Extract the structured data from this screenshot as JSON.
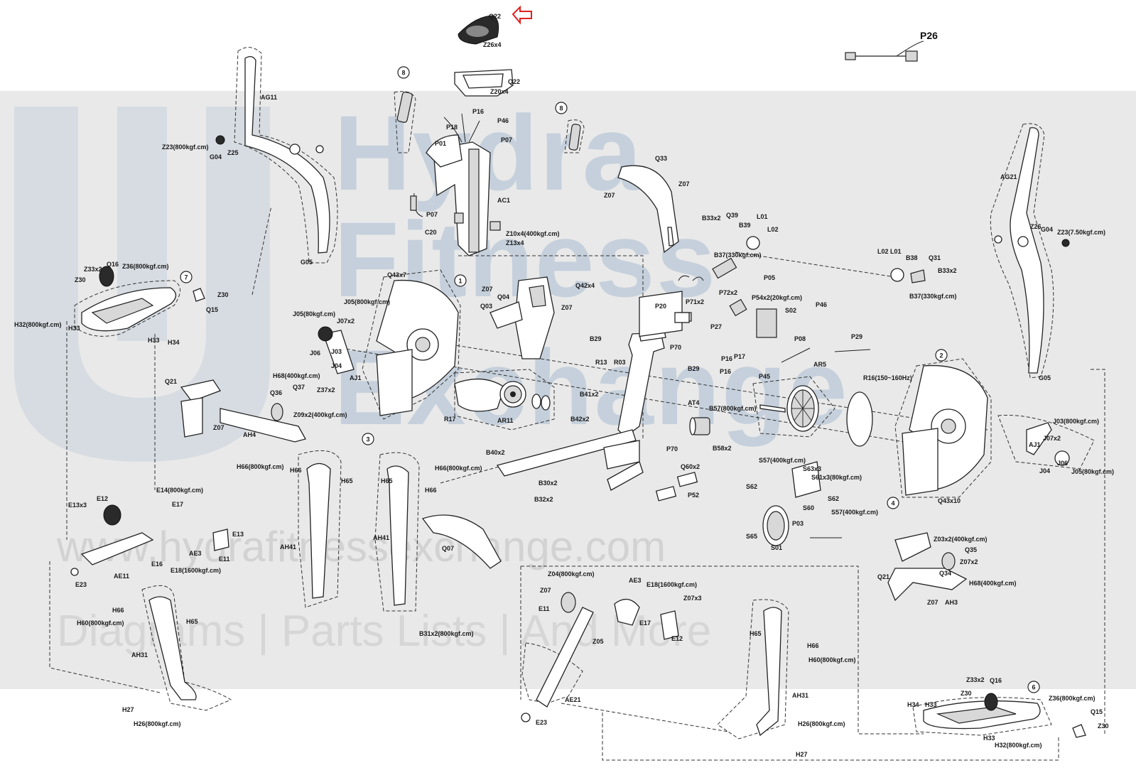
{
  "watermark": {
    "brand_line1": "Hydra",
    "brand_line2": "Fitness",
    "brand_line3": "Exchange",
    "url": "www.hydrafitnessexchange.com",
    "tagline": "Diagrams | Parts Lists | And More"
  },
  "highlight": {
    "arrow_color": "#e02020"
  },
  "labels": {
    "q22_top": "Q22",
    "z26x4": "Z26x4",
    "q22_bottom": "Q22",
    "z20x4": "Z20x4",
    "p26": "P26",
    "callout_8_left": "8",
    "callout_8_right": "8",
    "p16a": "P16",
    "p46": "P46",
    "p18": "P18",
    "p07a": "P07",
    "p01": "P01",
    "ac1": "AC1",
    "p07b": "P07",
    "c20": "C20",
    "z10x4": "Z10x4(400kgf.cm)",
    "z13x4": "Z13x4",
    "ag11": "AG11",
    "z23_left": "Z23(800kgf.cm)",
    "g04_left": "G04",
    "z25": "Z25",
    "g05_left": "G05",
    "q33": "Q33",
    "z07_q33a": "Z07",
    "z07_q33b": "Z07",
    "b33x2_left": "B33x2",
    "q39": "Q39",
    "b39": "B39",
    "l01_left": "L01",
    "l02_left": "L02",
    "b37_left": "B37(330kgf.cm)",
    "l02_right": "L02",
    "l01_right": "L01",
    "b38": "B38",
    "q31": "Q31",
    "b33x2_right": "B33x2",
    "b37_right": "B37(330kgf.cm)",
    "ag21": "AG21",
    "z26": "Z26",
    "g04_right": "G04",
    "z23_right": "Z23(7.50kgf.cm)",
    "g05_right": "G05",
    "z33x2_left": "Z33x2",
    "q16_left": "Q16",
    "z36_left": "Z36(800kgf.cm)",
    "z30_left": "Z30",
    "callout_7": "7",
    "z30_left2": "Z30",
    "q15_left": "Q15",
    "h32_left": "H32(800kgf.cm)",
    "h33_left": "H33",
    "h33_left2": "H33",
    "h34_left": "H34",
    "q43x7": "Q43x7",
    "callout_1": "1",
    "z07_q04": "Z07",
    "q04": "Q04",
    "q42x4": "Q42x4",
    "q03": "Q03",
    "z07_q04b": "Z07",
    "p05": "P05",
    "p71x2": "P71x2",
    "p72x2": "P72x2",
    "p54x2": "P54x2(20kgf.cm)",
    "p20": "P20",
    "p27": "P27",
    "s02": "S02",
    "p46b": "P46",
    "p08": "P08",
    "p29": "P29",
    "j05_top": "J05(800kgf.cm)",
    "j05_mid": "J05(80kgf.cm)",
    "j07x2": "J07x2",
    "j06": "J06",
    "j03": "J03",
    "j04": "J04",
    "aj1": "AJ1",
    "b29_a": "B29",
    "r13": "R13",
    "r03": "R03",
    "p70_top": "P70",
    "b29_b": "B29",
    "p16b": "P16",
    "p17": "P17",
    "p16c": "P16",
    "p45": "P45",
    "ar5": "AR5",
    "r16": "R16(150~160Hz)",
    "callout_2": "2",
    "q21_left": "Q21",
    "q36": "Q36",
    "h68_left": "H68(400kgf.cm)",
    "q37": "Q37",
    "z37x2": "Z37x2",
    "z09x2": "Z09x2(400kgf.cm)",
    "z07_ah4": "Z07",
    "ah4": "AH4",
    "callout_3": "3",
    "r17": "R17",
    "ar11": "AR11",
    "b41x2": "B41x2",
    "b42x2": "B42x2",
    "at4": "AT4",
    "b57": "B57(800kgf.cm)",
    "p70_mid": "P70",
    "b58x2": "B58x2",
    "j03_right": "J03(800kgf.cm)",
    "j07x2_right": "J07x2",
    "aj1_right": "AJ1",
    "j04_right": "J04",
    "j06_right": "J06",
    "j05_right": "J05(80kgf.cm)",
    "callout_4": "4",
    "q43x10": "Q43x10",
    "h66_a": "H66(800kgf.cm)",
    "h66_b": "H66",
    "h65_a": "H65",
    "h65_b": "H65",
    "h66_c": "H66(800kgf.cm)",
    "h66_d": "H66",
    "b40x2": "B40x2",
    "b30x2": "B30x2",
    "b32x2": "B32x2",
    "q60x2": "Q60x2",
    "p52": "P52",
    "s57_top": "S57(400kgf.cm)",
    "s63x3": "S63x3",
    "s61x3": "S61x3(80kgf.cm)",
    "s62": "S62",
    "s60": "S60",
    "s57_bottom": "S57(400kgf.cm)",
    "s62b": "S62",
    "s65": "S65",
    "s01": "S01",
    "p03": "P03",
    "e14": "E14(800kgf.cm)",
    "e13x3": "E13x3",
    "e12_left": "E12",
    "e17_left": "E17",
    "e13_left": "E13",
    "ae3_left": "AE3",
    "e11_left": "E11",
    "e16_left": "E16",
    "e18_left": "E18(1600kgf.cm)",
    "ae11": "AE11",
    "e23_left": "E23",
    "ah41_left": "AH41",
    "ah41_mid": "AH41",
    "q07": "Q07",
    "b31x2": "B31x2(800kgf.cm)",
    "q21_right": "Q21",
    "z03x2": "Z03x2(400kgf.cm)",
    "q35": "Q35",
    "z07x2": "Z07x2",
    "q34": "Q34",
    "h68_right": "H68(400kgf.cm)",
    "z07_ah3": "Z07",
    "ah3": "AH3",
    "h60_left": "H60(800kgf.cm)",
    "h66_left2": "H66",
    "h65_left2": "H65",
    "ah31": "AH31",
    "h27_left": "H27",
    "h26_left": "H26(800kgf.cm)",
    "z04": "Z04(800kgf.cm)",
    "z07_e11": "Z07",
    "e11_right": "E11",
    "ae3_right": "AE3",
    "e18_right": "E18(1600kgf.cm)",
    "e17_right": "E17",
    "z07x3": "Z07x3",
    "z05": "Z05",
    "e12_right": "E12",
    "ae21": "AE21",
    "e23_right": "E23",
    "h65_right": "H65",
    "h66_right": "H66",
    "h60_right": "H60(800kgf.cm)",
    "ah31_right": "AH31",
    "h26_right": "H26(800kgf.cm)",
    "h27_right": "H27",
    "z33x2_right": "Z33x2",
    "q16_right": "Q16",
    "z30_right": "Z30",
    "callout_6": "6",
    "z36_right": "Z36(800kgf.cm)",
    "h34_right": "H34",
    "h33_right": "H33",
    "q15_right": "Q15",
    "z30_right2": "Z30",
    "h33_right2": "H33",
    "h32_right": "H32(800kgf.cm)"
  }
}
